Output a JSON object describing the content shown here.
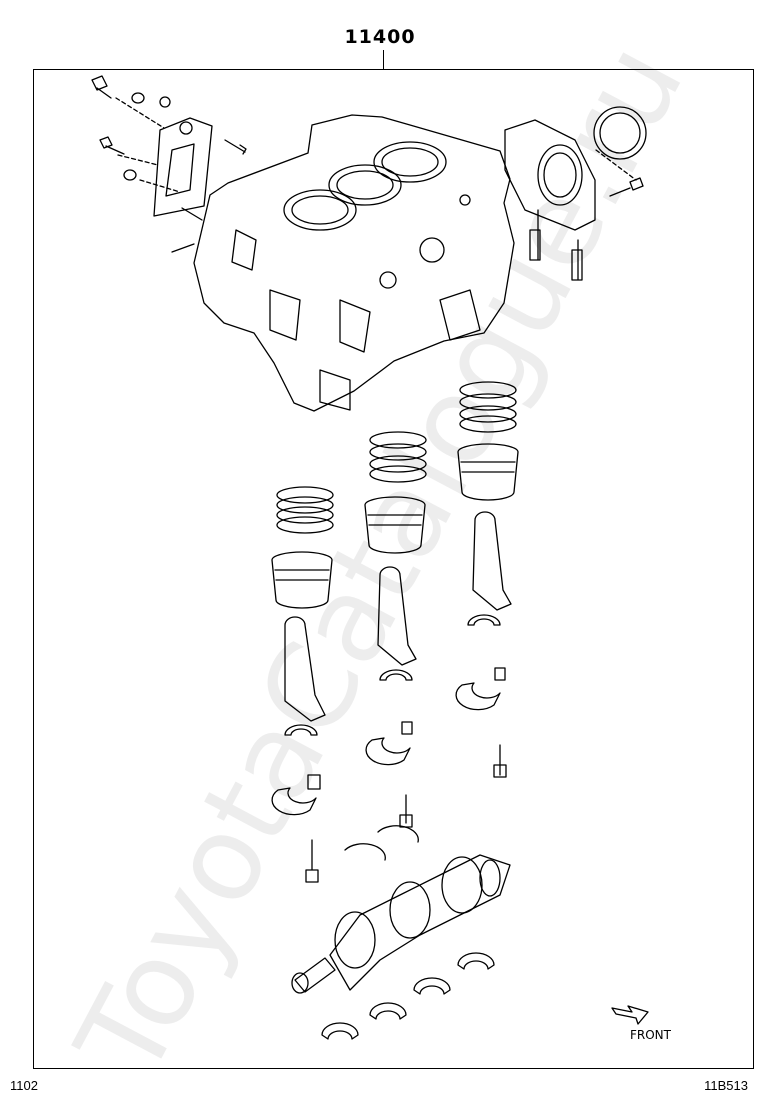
{
  "diagram": {
    "part_number": "11400",
    "front_label": "FRONT",
    "footer_left": "1102",
    "footer_right": "11B513",
    "watermark": "ToyotaCatalogue.ru"
  }
}
